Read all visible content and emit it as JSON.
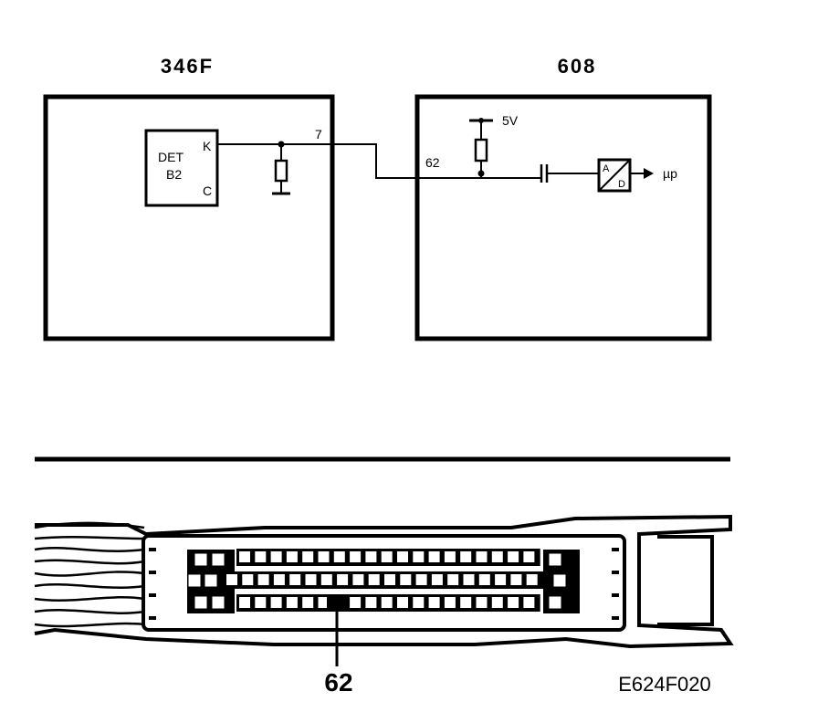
{
  "modules": {
    "left_title": "346F",
    "right_title": "608"
  },
  "sensor": {
    "line1": "DET",
    "line2": "B2",
    "pin_k": "K",
    "pin_c": "C"
  },
  "wiring": {
    "wire_left_pin": "7",
    "wire_right_pin": "62",
    "supply": "5V",
    "adc_top": "A",
    "adc_bottom": "D",
    "output": "µp"
  },
  "connector": {
    "highlight_pin": "62",
    "reference": "E624F020"
  }
}
